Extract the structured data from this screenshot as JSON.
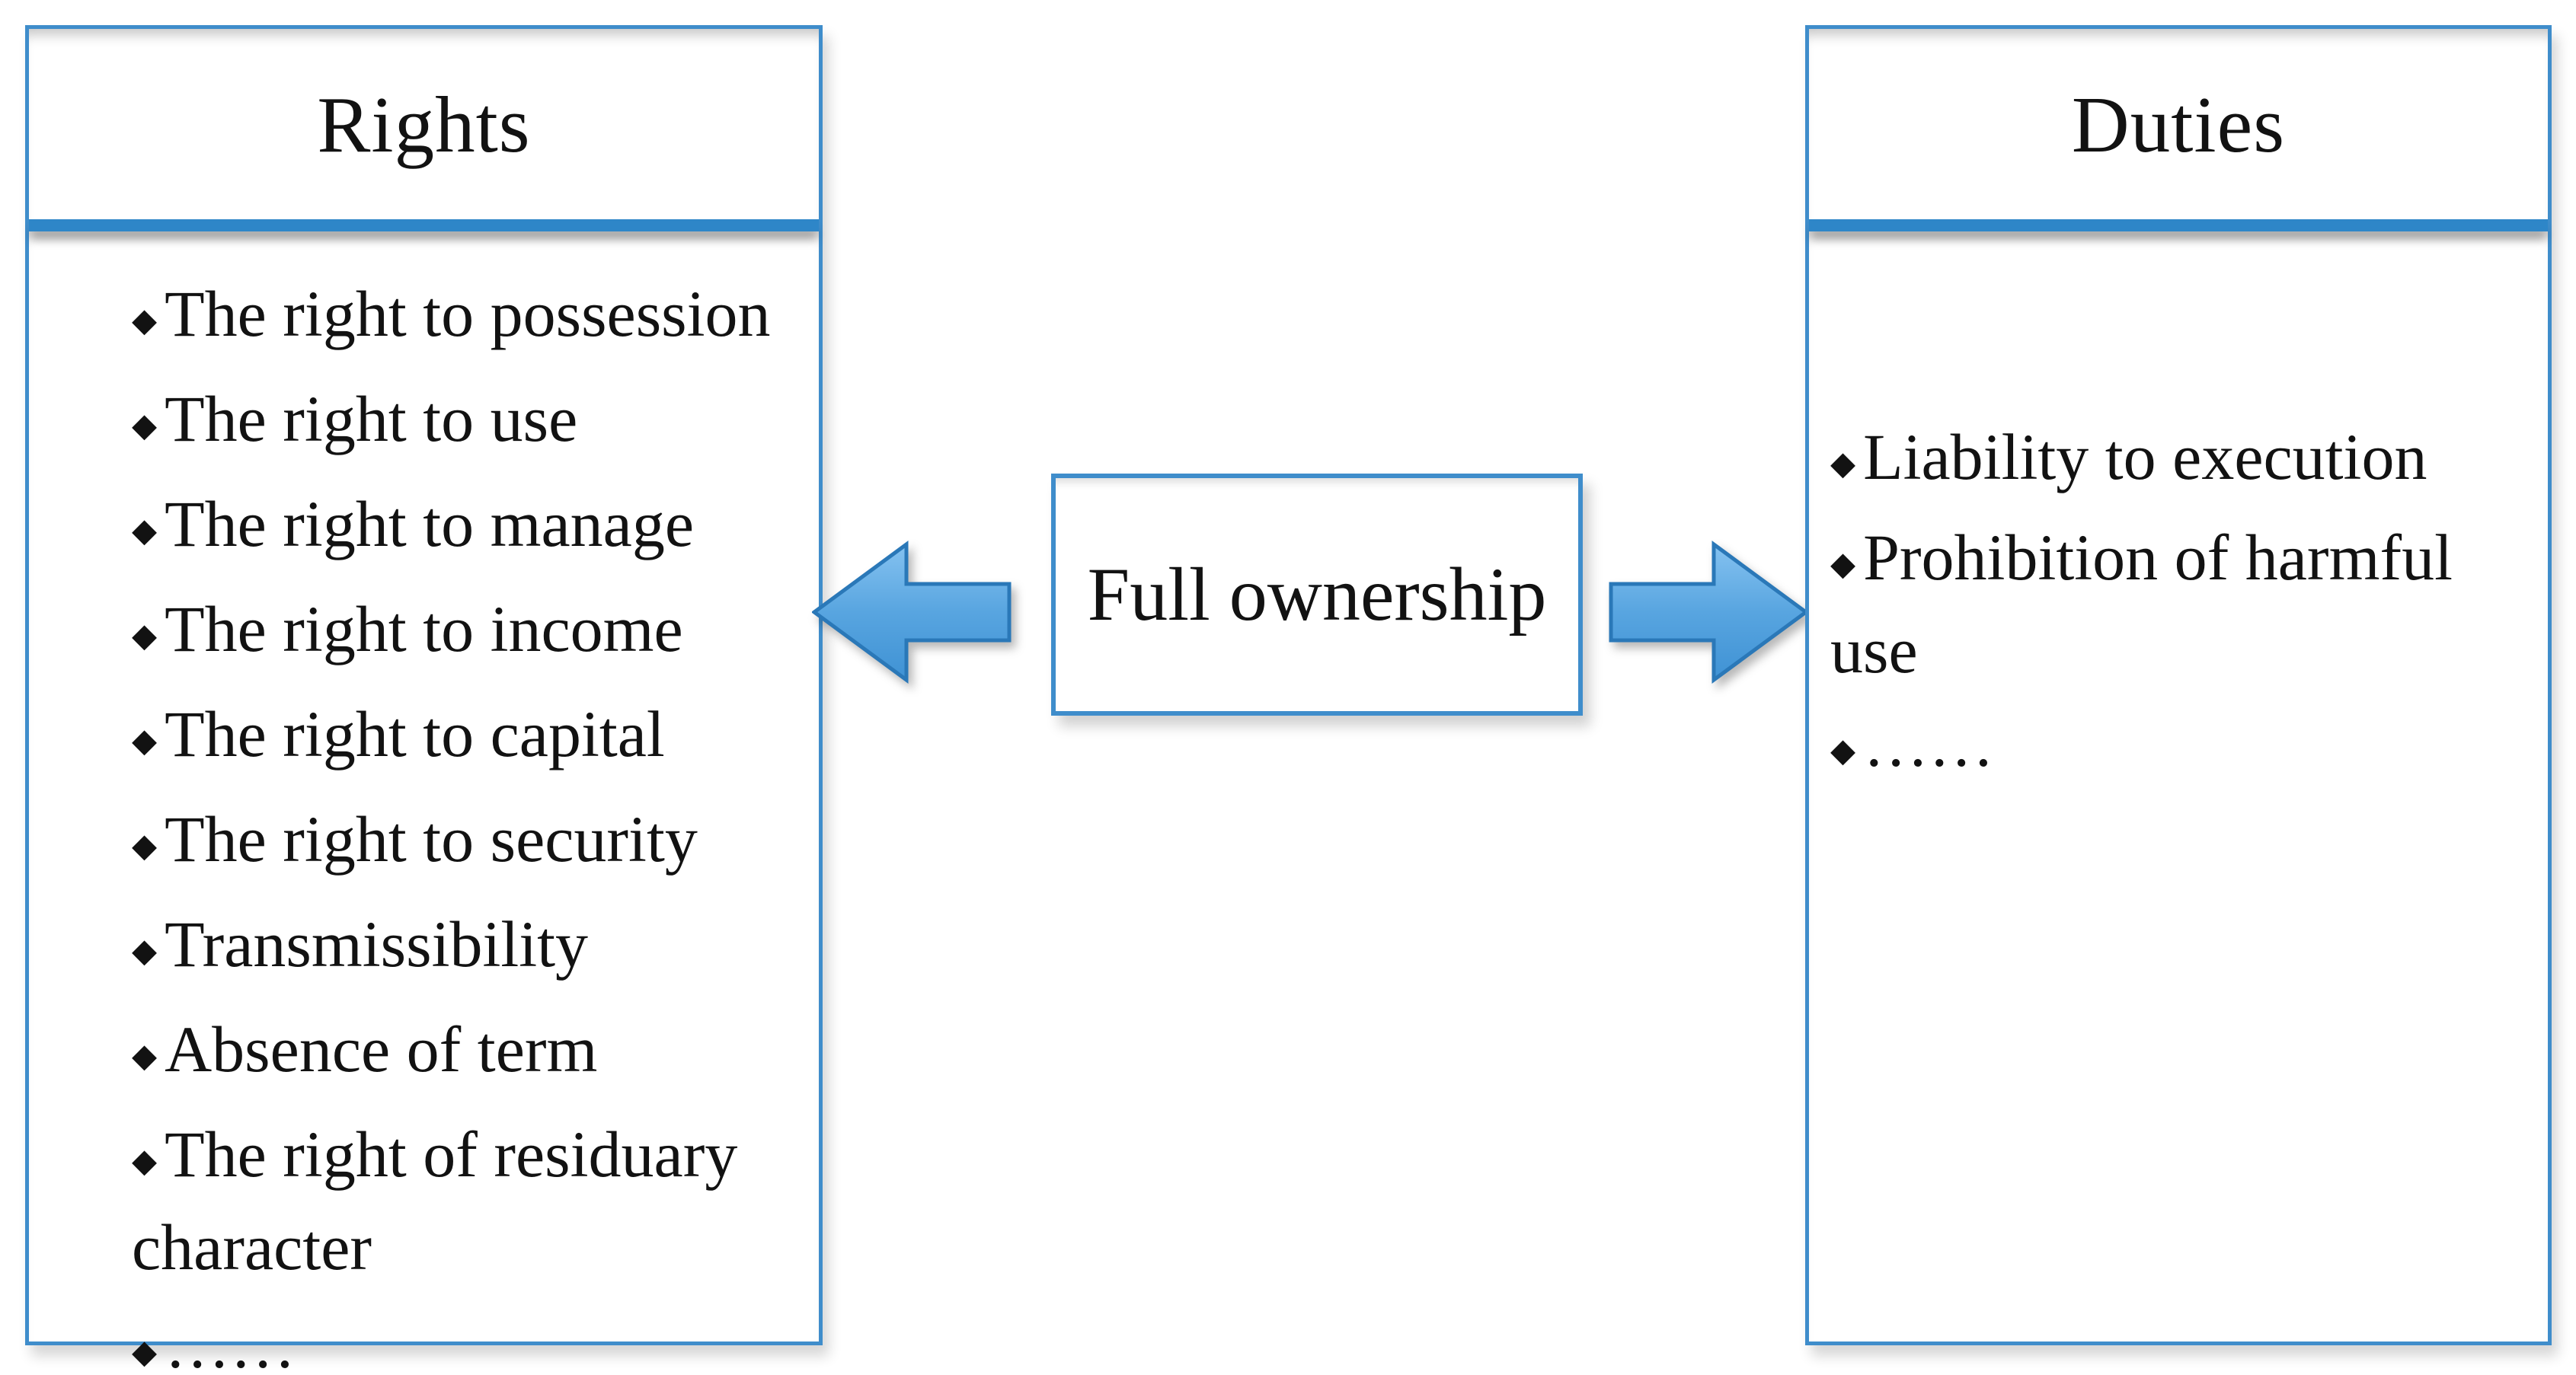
{
  "bullet_glyph": "◆",
  "rights_panel": {
    "title": "Rights",
    "items": [
      "The right to possession",
      "The right to use",
      "The right to manage",
      "The right to income",
      "The right to capital",
      "The right to security",
      "Transmissibility",
      "Absence of term",
      "The right of residuary character",
      "……"
    ]
  },
  "center_box": {
    "label": "Full ownership"
  },
  "duties_panel": {
    "title": "Duties",
    "items": [
      "Liability to execution",
      "Prohibition of harmful use",
      "……"
    ]
  },
  "colors": {
    "panel_border": "#3f8dcb",
    "divider_bar": "#2e86c8",
    "arrow_fill_light": "#85c2f0",
    "arrow_fill_dark": "#3f92d4",
    "arrow_stroke": "#2a78b8",
    "text": "#121212"
  }
}
